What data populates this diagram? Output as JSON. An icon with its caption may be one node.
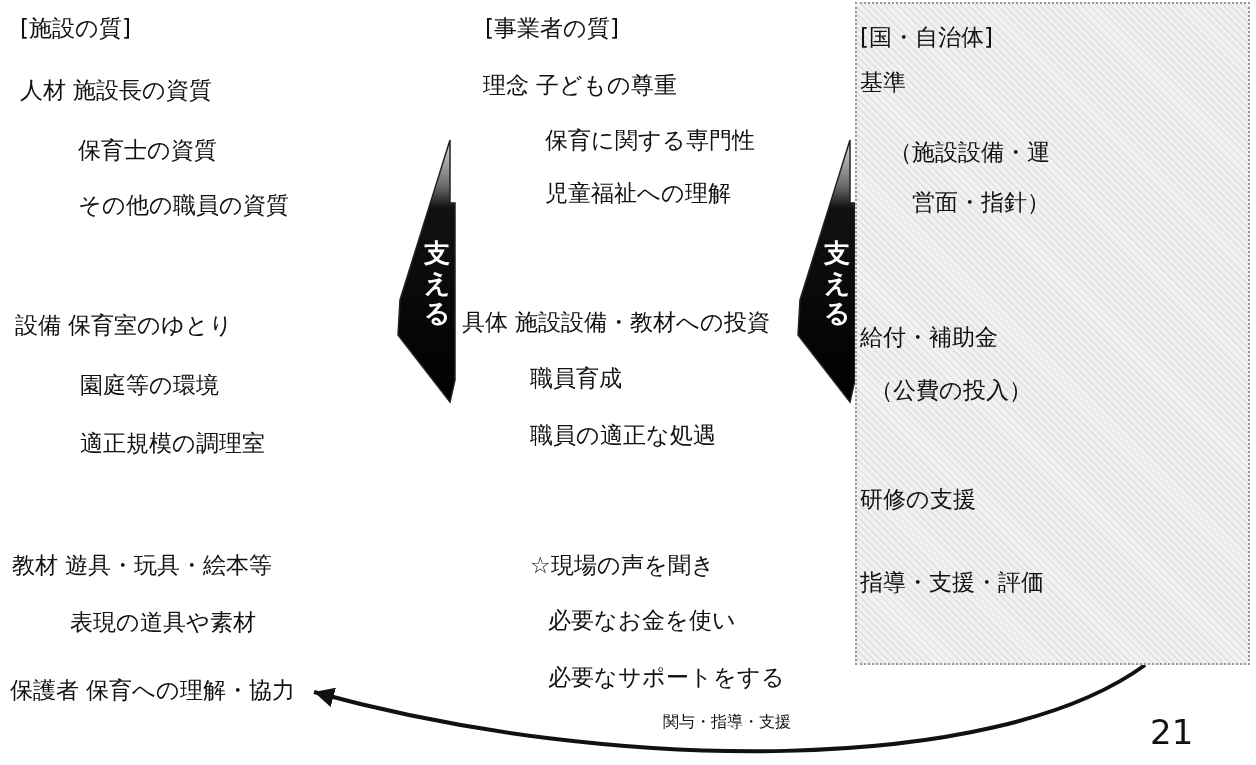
{
  "diagram": {
    "nodes": [
      {
        "text": [
          "[施設の質]",
          "人材 施設長の資質",
          "保育士の資質",
          "その他の職員の資質",
          "設備 保育室のゆとり",
          "園庭等の環境",
          "適正規模の調理室",
          "教材 遊具・玩具・絵本等",
          "表現の道具や素材",
          "保護者 保育への理解・協力"
        ]
      },
      {
        "text": [
          "[事業者の質]",
          "理念 子どもの尊重",
          "保育に関する専門性",
          "児童福祉への理解",
          "具体 施設設備・教材への投資",
          "職員育成",
          "職員の適正な処遇",
          "☆現場の声を聞き",
          "必要なお金を使い",
          "必要なサポートをする"
        ]
      },
      {
        "text": [
          "[国・自治体]",
          "基準",
          "（施設設備・運営面・指針）",
          "給付・補助金",
          "（公費の投入）",
          "研修の支援",
          "指導・支援・評価"
        ]
      }
    ],
    "edges": [
      {
        "from": 2,
        "to": 1,
        "arrow": "to",
        "label": "支える"
      },
      {
        "from": 1,
        "to": 0,
        "arrow": "to",
        "label": "支える"
      },
      {
        "from": 2,
        "to": 0,
        "arrow": "to",
        "label": "関与・指導・支援"
      }
    ],
    "labels": [
      "21"
    ]
  }
}
